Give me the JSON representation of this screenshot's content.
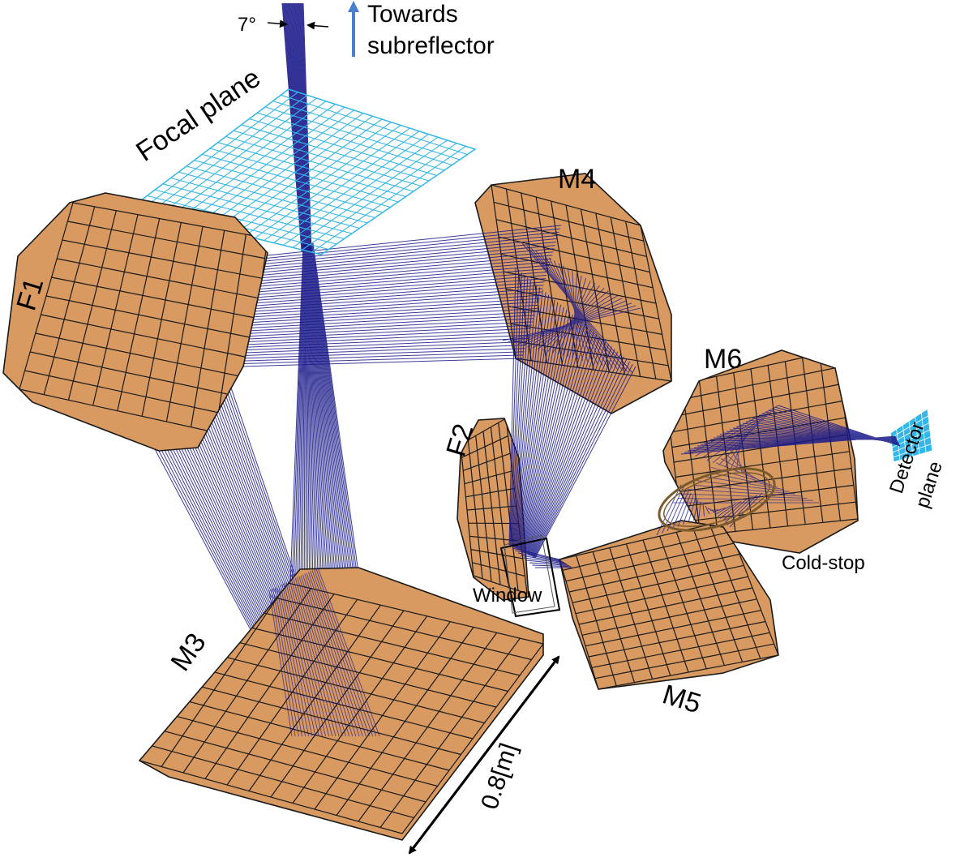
{
  "colors": {
    "mirror_fill": "#d99a62",
    "mirror_fill_dark": "#b9733e",
    "mirror_grid": "#1a1a1a",
    "ray": "#1a1a8a",
    "plane": "#33b6e8",
    "arrow_blue": "#4a7fd0"
  },
  "labels": {
    "angle": "7°",
    "towards": "Towards",
    "subreflector": "subreflector",
    "focal_plane": "Focal plane",
    "f1": "F1",
    "m4": "M4",
    "m6": "M6",
    "f2": "F2",
    "window": "Window",
    "cold_stop": "Cold-stop",
    "detector_line1": "Detector",
    "detector_line2": "plane",
    "m3": "M3",
    "m5": "M5",
    "scale": "0.8[m]"
  }
}
